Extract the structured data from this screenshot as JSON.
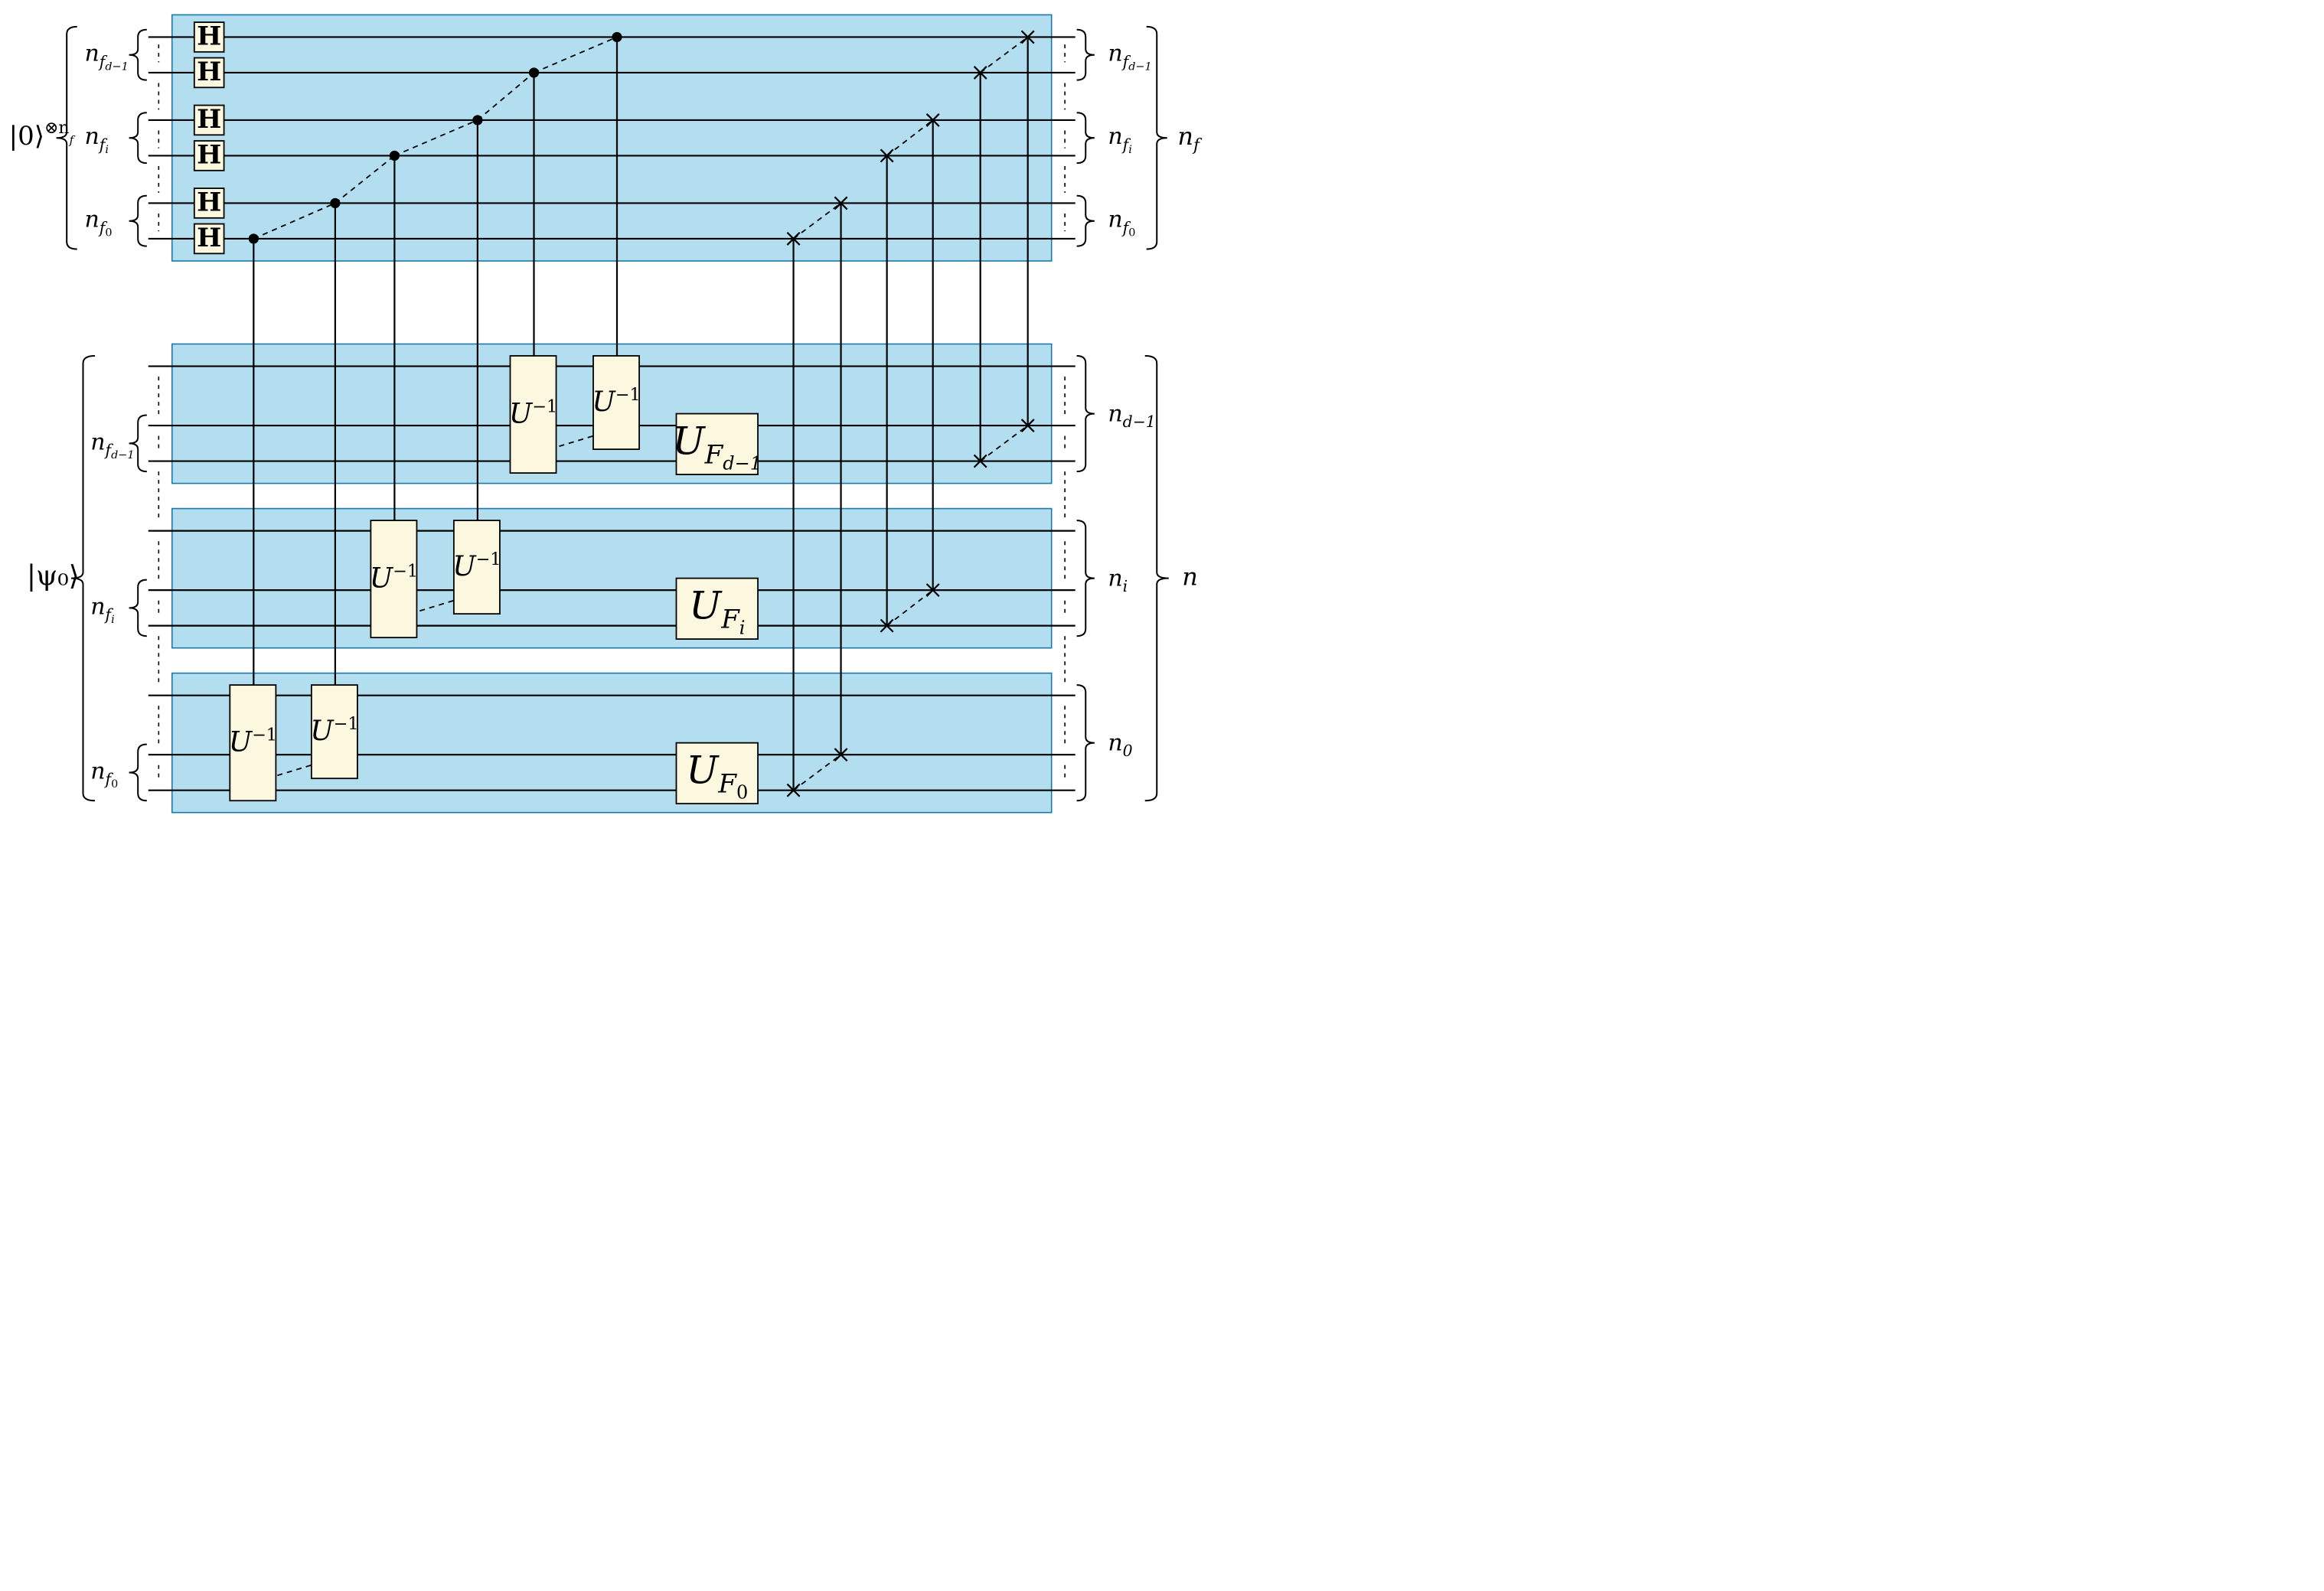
{
  "colors": {
    "panel": "#b2def0",
    "panel_border": "#1b78a8",
    "gate_fill": "#fcf7df",
    "line": "#000000"
  },
  "labels": {
    "input_top": {
      "base": "|0⟩",
      "sup": "⊗n",
      "sup_sub": "f"
    },
    "input_bottom": "|ψ₀⟩",
    "top_group_left": [
      {
        "base": "n",
        "sub": "f",
        "subsub": "d−1"
      },
      {
        "base": "n",
        "sub": "f",
        "subsub": "i"
      },
      {
        "base": "n",
        "sub": "f",
        "subsub": "0"
      }
    ],
    "top_group_right": [
      {
        "base": "n",
        "sub": "f",
        "subsub": "d−1"
      },
      {
        "base": "n",
        "sub": "f",
        "subsub": "i"
      },
      {
        "base": "n",
        "sub": "f",
        "subsub": "0"
      }
    ],
    "bottom_group_left": [
      {
        "base": "n",
        "sub": "f",
        "subsub": "d−1"
      },
      {
        "base": "n",
        "sub": "f",
        "subsub": "i"
      },
      {
        "base": "n",
        "sub": "f",
        "subsub": "0"
      }
    ],
    "bottom_group_right": [
      {
        "base": "n",
        "sub": "d−1"
      },
      {
        "base": "n",
        "sub": "i"
      },
      {
        "base": "n",
        "sub": "0"
      }
    ],
    "top_total": {
      "base": "n",
      "sub": "f"
    },
    "bottom_total": {
      "base": "n",
      "sub": ""
    }
  },
  "gates": {
    "hadamard": "H",
    "inverse": {
      "base": "U",
      "sup": "−1"
    },
    "oracles": [
      {
        "base": "U",
        "sub": "F",
        "subsub": "d−1"
      },
      {
        "base": "U",
        "sub": "F",
        "subsub": "i"
      },
      {
        "base": "U",
        "sub": "F",
        "subsub": "0"
      }
    ]
  }
}
